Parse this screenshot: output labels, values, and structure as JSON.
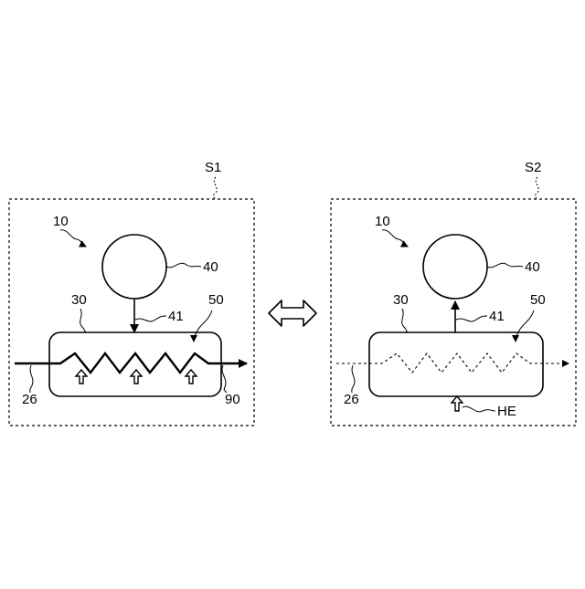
{
  "panels": [
    {
      "state_label": "S1",
      "system_label": "10",
      "tank_label": "40",
      "pipe_label": "41",
      "vessel_label": "30",
      "coil_label": "50",
      "inlet_label": "26",
      "outlet_label": "90"
    },
    {
      "state_label": "S2",
      "system_label": "10",
      "tank_label": "40",
      "pipe_label": "41",
      "vessel_label": "30",
      "coil_label": "50",
      "inlet_label": "26",
      "heat_label": "HE"
    }
  ]
}
